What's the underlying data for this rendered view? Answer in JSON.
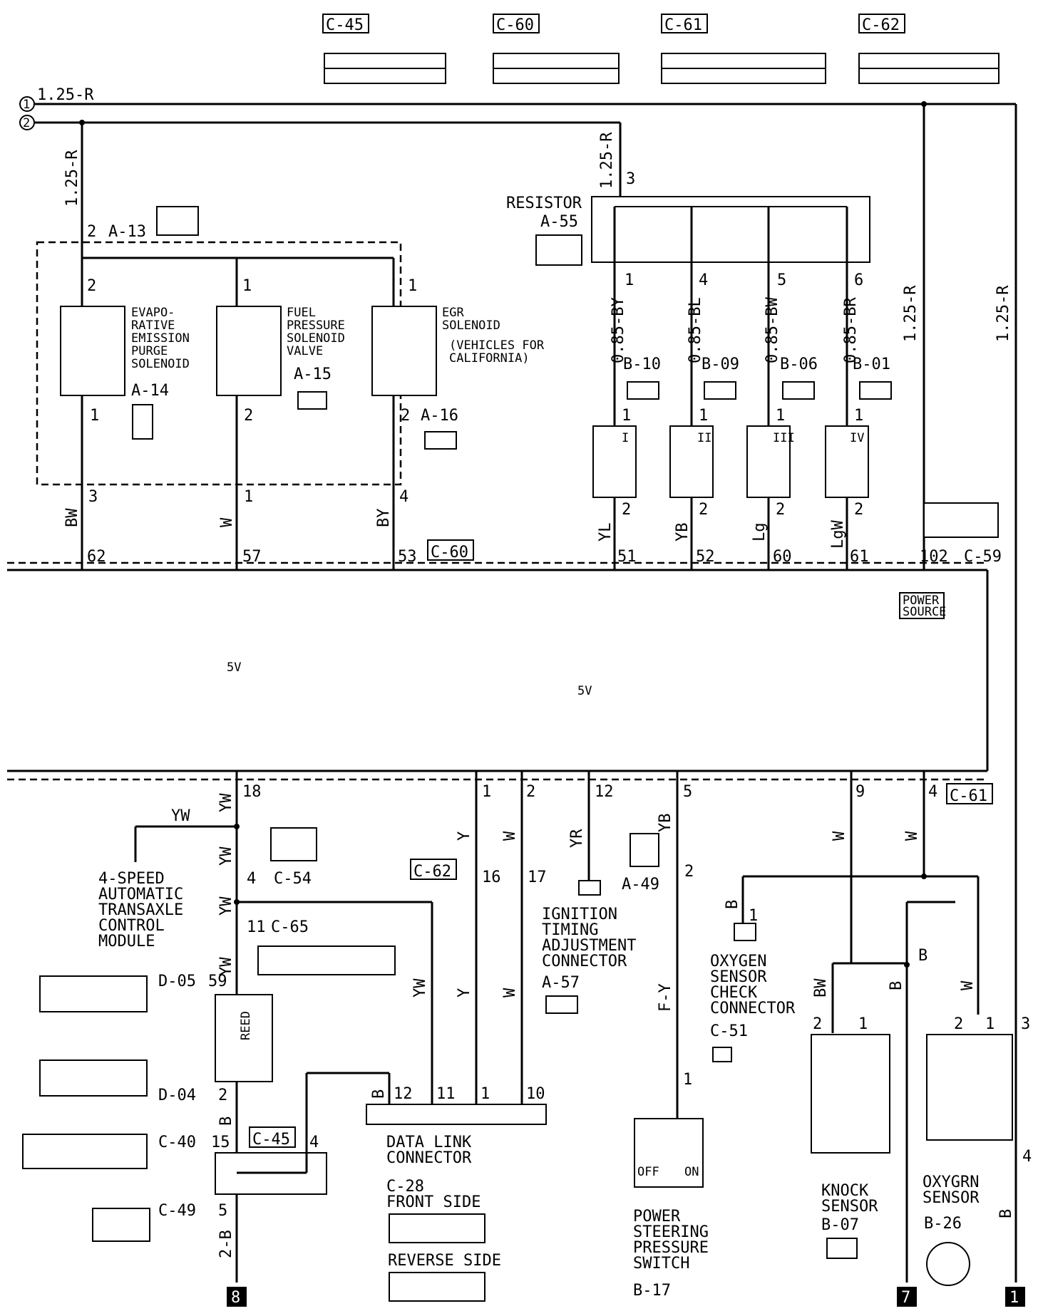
{
  "top_connectors": {
    "c45": "C-45",
    "c60": "C-60",
    "c61": "C-61",
    "c62": "C-62"
  },
  "power": {
    "bus1": "1",
    "bus2": "2",
    "top_wire": "1.25-R",
    "left_wire": "1.25-R",
    "right_wire1": "1.25-R",
    "right_wire2": "1.25-R",
    "resistor_feed": "1.25-R"
  },
  "a13": {
    "pin": "2",
    "name": "A-13"
  },
  "solenoids": [
    {
      "id": "a14",
      "pin_top": "2",
      "lines": [
        "EVAPO-",
        "RATIVE",
        "EMISSION",
        "PURGE",
        "SOLENOID"
      ],
      "connector": "A-14",
      "pin_bottom": "1",
      "conn_pin": "3",
      "wire": "BW",
      "ecu_pin": "62"
    },
    {
      "id": "a15",
      "pin_top": "1",
      "lines": [
        "FUEL",
        "PRESSURE",
        "SOLENOID",
        "VALVE"
      ],
      "connector": "A-15",
      "pin_bottom": "2",
      "conn_pin": "1",
      "wire": "W",
      "ecu_pin": "57"
    },
    {
      "id": "a16",
      "pin_top": "1",
      "lines": [
        "EGR",
        "SOLENOID",
        "(VEHICLES FOR",
        "CALIFORNIA)"
      ],
      "connector": "A-16",
      "pin_bottom": "2",
      "conn_pin": "4",
      "wire": "BY",
      "ecu_pin": "53"
    }
  ],
  "c60_tag": "C-60",
  "resistor": {
    "title": "RESISTOR",
    "connector": "A-55",
    "pin_in": "3",
    "pins_out": [
      "1",
      "4",
      "5",
      "6"
    ]
  },
  "injectors": [
    {
      "wire_top": "0.85-BY",
      "connector": "B-10",
      "roman": "I",
      "pin1": "1",
      "pin2": "2",
      "wire_bottom": "YL",
      "ecu_pin": "51"
    },
    {
      "wire_top": "0.85-BL",
      "connector": "B-09",
      "roman": "II",
      "pin1": "1",
      "pin2": "2",
      "wire_bottom": "YB",
      "ecu_pin": "52"
    },
    {
      "wire_top": "0.85-BW",
      "connector": "B-06",
      "roman": "III",
      "pin1": "1",
      "pin2": "2",
      "wire_bottom": "Lg",
      "ecu_pin": "60"
    },
    {
      "wire_top": "0.85-BR",
      "connector": "B-01",
      "roman": "IV",
      "pin1": "1",
      "pin2": "2",
      "wire_bottom": "LgW",
      "ecu_pin": "61"
    }
  ],
  "c59": {
    "pin": "102",
    "name": "C-59"
  },
  "power_source": [
    "POWER",
    "SOURCE"
  ],
  "five_v": "5V",
  "ecu_lower_pins": [
    "18",
    "1",
    "2",
    "12",
    "5",
    "9",
    "4"
  ],
  "c61_tag": "C-61",
  "lower_left": {
    "wire_yw": "YW",
    "tcm": [
      "4-SPEED",
      "AUTOMATIC",
      "TRANSAXLE",
      "CONTROL",
      "MODULE"
    ],
    "c54_pin": "4",
    "c54": "C-54",
    "c65_pin": "11",
    "c65": "C-65",
    "d05": "D-05",
    "d05_pin": "59",
    "reed": "REED",
    "d04": "D-04",
    "d04_pin": "2",
    "wire_b": "B",
    "c40": "C-40",
    "c40_pin": "15",
    "c45_tag": "C-45",
    "c45_pin": "4",
    "c49": "C-49",
    "c49_pin": "5",
    "wire_2b": "2-B",
    "ground_ref": "8"
  },
  "dlc": {
    "c62_tag": "C-62",
    "pin16": "16",
    "pin17": "17",
    "wire_y": "Y",
    "wire_w": "W",
    "wire_yw": "YW",
    "pins": [
      "12",
      "11",
      "1",
      "10"
    ],
    "wire_b": "B",
    "title": [
      "DATA LINK",
      "CONNECTOR"
    ],
    "c28": "C-28",
    "front": "FRONT SIDE",
    "reverse": "REVERSE SIDE"
  },
  "ignition": {
    "wire": "YR",
    "lines": [
      "IGNITION",
      "TIMING",
      "ADJUSTMENT",
      "CONNECTOR"
    ],
    "connector": "A-57"
  },
  "ps_switch": {
    "wire_top": "YB",
    "a49": "A-49",
    "a49_pin": "2",
    "wire": "F-Y",
    "pin": "1",
    "off": "OFF",
    "on": "ON",
    "lines": [
      "POWER",
      "STEERING",
      "PRESSURE",
      "SWITCH"
    ],
    "connector": "B-17"
  },
  "oxygen": {
    "wire_b": "B",
    "check_pin": "1",
    "check_lines": [
      "OXYGEN",
      "SENSOR",
      "CHECK",
      "CONNECTOR"
    ],
    "check_conn": "C-51",
    "wire_w": "W",
    "sensor_pins": [
      "2",
      "1",
      "3",
      "4"
    ],
    "sensor_lines": [
      "OXYGRN",
      "SENSOR"
    ],
    "sensor_conn": "B-26",
    "ground_ref": "1"
  },
  "knock": {
    "wire_w": "W",
    "wire_bw": "BW",
    "pin2": "2",
    "pin1": "1",
    "lines": [
      "KNOCK",
      "SENSOR"
    ],
    "connector": "B-07",
    "ground_ref": "7"
  }
}
